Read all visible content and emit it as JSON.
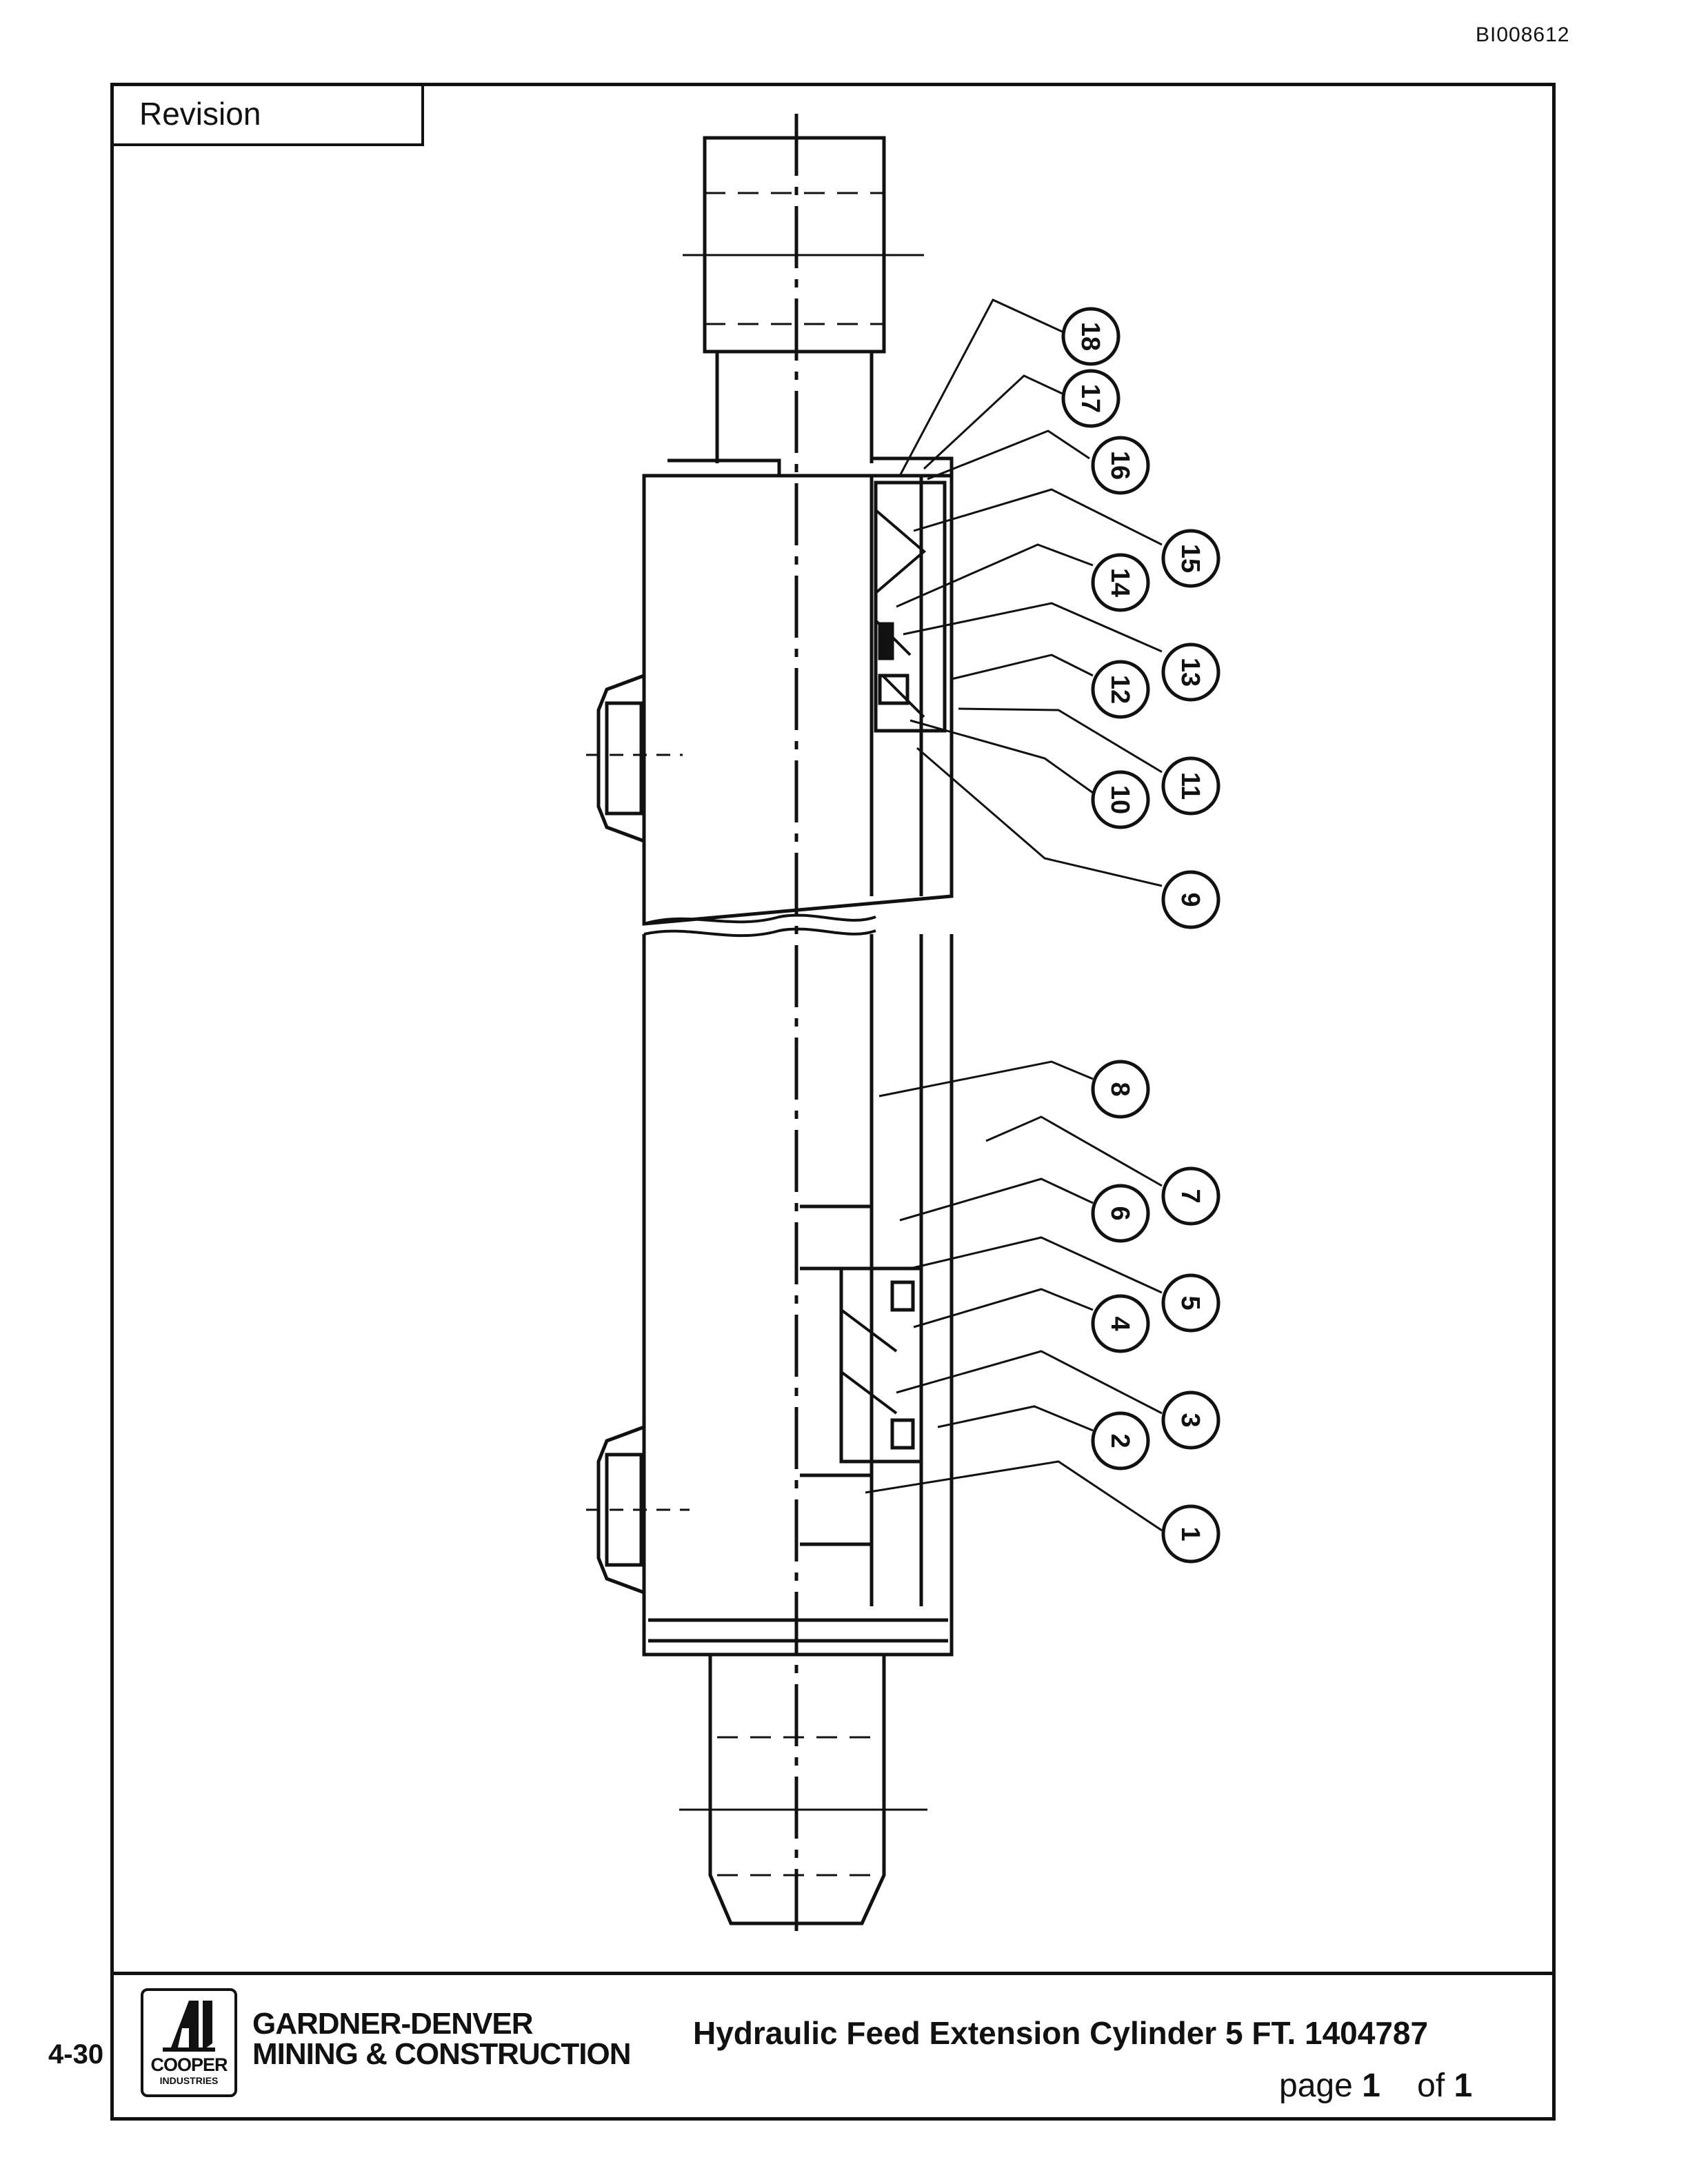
{
  "doc_id": "BI008612",
  "revision_label": "Revision",
  "page_number": "4-30",
  "logo": {
    "brand": "COOPER",
    "sub": "INDUSTRIES",
    "icon": "cooper-logo-icon"
  },
  "company": {
    "line1": "GARDNER-DENVER",
    "line2": "MINING & CONSTRUCTION"
  },
  "drawing_title": "Hydraulic Feed Extension Cylinder 5 FT.  1404787",
  "page_info": {
    "page_label": "page",
    "page": "1",
    "of_label": "of",
    "total": "1"
  },
  "balloons": [
    "1",
    "2",
    "3",
    "4",
    "5",
    "6",
    "7",
    "8",
    "9",
    "10",
    "11",
    "12",
    "13",
    "14",
    "15",
    "16",
    "17",
    "18"
  ]
}
